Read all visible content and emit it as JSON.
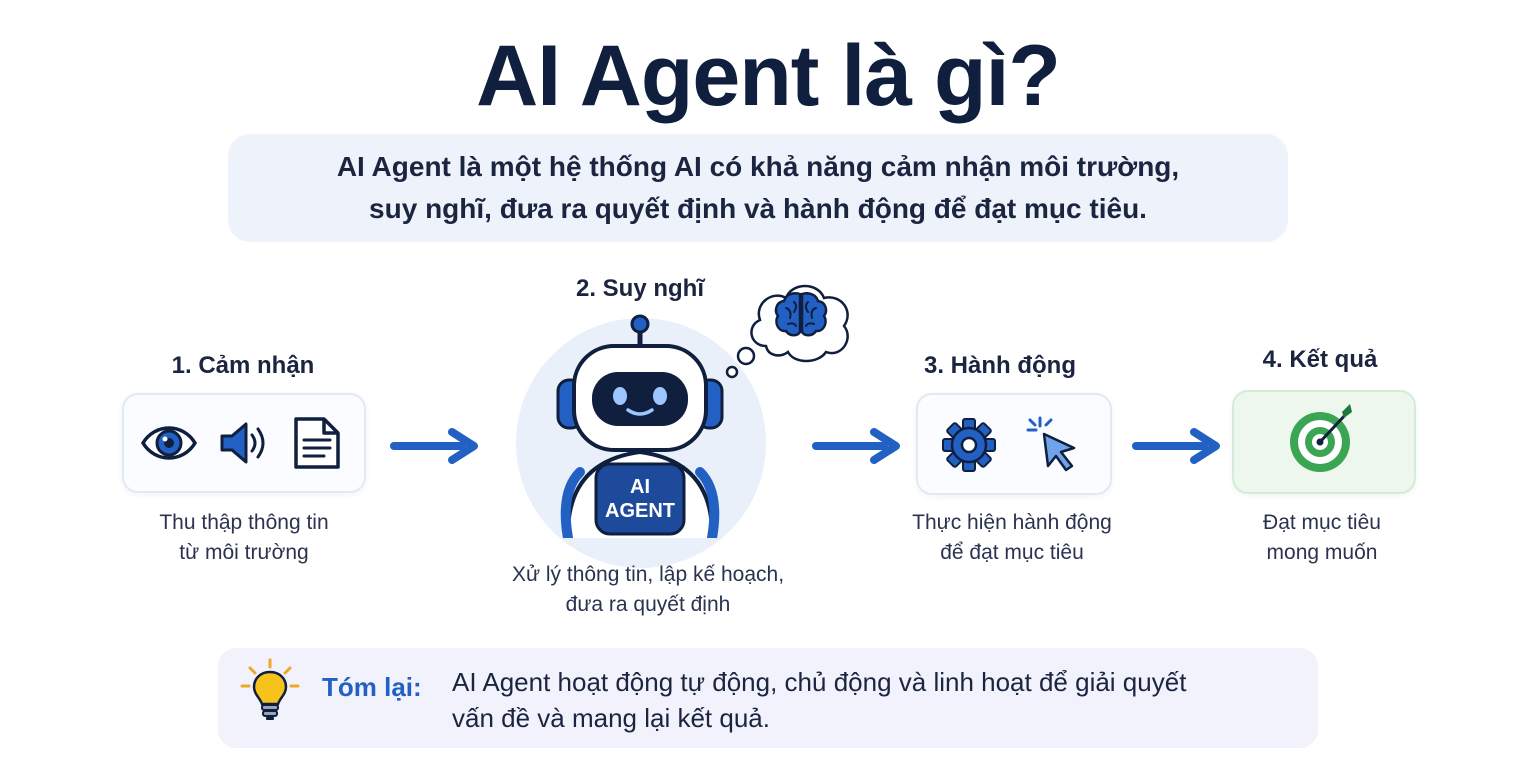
{
  "title": "AI Agent là gì?",
  "definition": {
    "line1": "AI Agent là một hệ thống AI có khả năng cảm nhận môi trường,",
    "line2": "suy nghĩ, đưa ra quyết định và hành động để đạt mục tiêu."
  },
  "steps": [
    {
      "title": "1. Cảm nhận",
      "desc_line1": "Thu thập thông tin",
      "desc_line2": "từ môi trường",
      "icons": [
        "eye-icon",
        "speaker-icon",
        "document-icon"
      ]
    },
    {
      "title": "2. Suy nghĩ",
      "desc_line1": "Xử lý thông tin, lập kế hoạch,",
      "desc_line2": "đưa ra quyết định",
      "robot_label_line1": "AI",
      "robot_label_line2": "AGENT",
      "icons": [
        "robot-icon",
        "brain-icon"
      ]
    },
    {
      "title": "3. Hành động",
      "desc_line1": "Thực hiện hành động",
      "desc_line2": "để đạt mục tiêu",
      "icons": [
        "gear-icon",
        "cursor-click-icon"
      ]
    },
    {
      "title": "4. Kết quả",
      "desc_line1": "Đạt mục tiêu",
      "desc_line2": "mong muốn",
      "icons": [
        "target-icon"
      ]
    }
  ],
  "summary": {
    "label": "Tóm lại:",
    "line1": "AI Agent hoạt động tự động, chủ động và linh hoạt để giải quyết",
    "line2": "vấn đề và mang lại kết quả.",
    "icon": "lightbulb-icon"
  },
  "colors": {
    "primary": "#2360c4",
    "dark": "#0f1f3d",
    "target": "#3aa653",
    "bulb": "#f6c21c"
  }
}
